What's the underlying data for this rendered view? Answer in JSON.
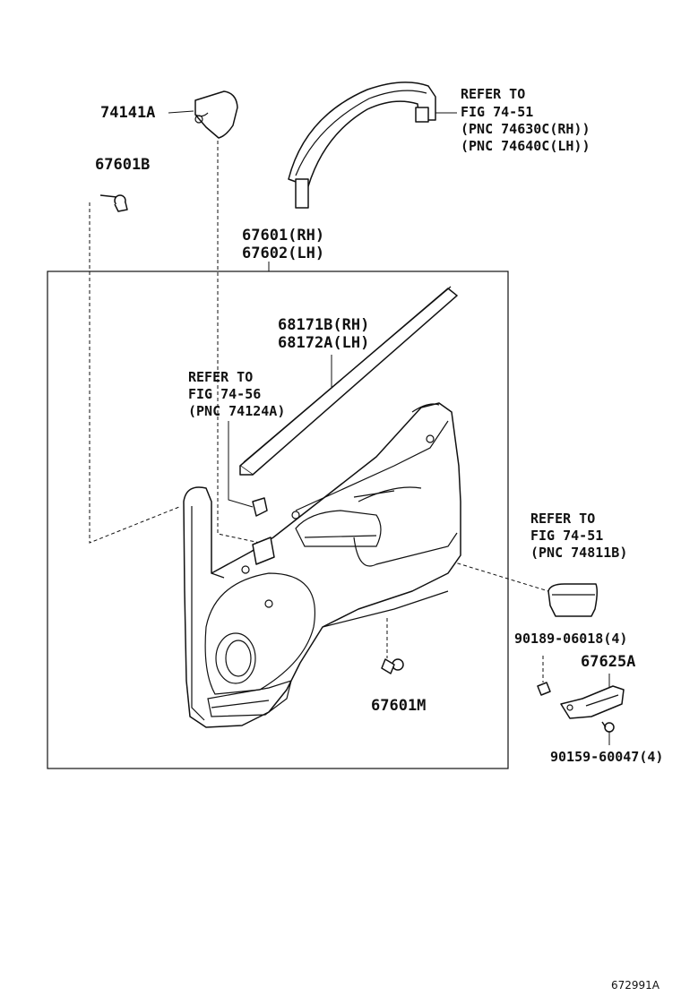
{
  "labels": {
    "p74141a": "74141A",
    "p67601b": "67601B",
    "p67601rh": "67601(RH)",
    "p67602lh": "67602(LH)",
    "p68171b": "68171B(RH)",
    "p68172a": "68172A(LH)",
    "refer1": [
      "REFER TO",
      "FIG 74-51",
      "(PNC 74630C(RH))",
      "(PNC 74640C(LH))"
    ],
    "refer2": [
      "REFER TO",
      "FIG 74-56",
      "(PNC 74124A)"
    ],
    "refer3": [
      "REFER TO",
      "FIG 74-51",
      "(PNC 74811B)"
    ],
    "p90189": "90189-06018(4)",
    "p67625a": "67625A",
    "p67601m": "67601M",
    "p90159": "90159-60047(4)",
    "figure_id": "672991A"
  }
}
